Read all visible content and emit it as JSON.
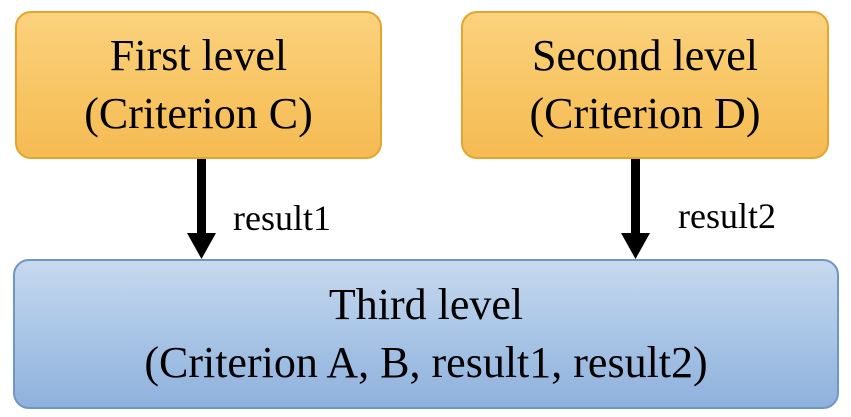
{
  "nodes": {
    "first": {
      "line1": "First level",
      "line2": "(Criterion C)"
    },
    "second": {
      "line1": "Second level",
      "line2": "(Criterion D)"
    },
    "third": {
      "line1": "Third level",
      "line2": "(Criterion A, B, result1, result2)"
    }
  },
  "edges": [
    {
      "from": "first",
      "to": "third",
      "label": "result1"
    },
    {
      "from": "second",
      "to": "third",
      "label": "result2"
    }
  ],
  "colors": {
    "orange_fill": "#f8c563",
    "orange_border": "#e3a52f",
    "blue_fill": "#a9c5e6",
    "blue_border": "#6f97c6",
    "arrow": "#000000"
  }
}
